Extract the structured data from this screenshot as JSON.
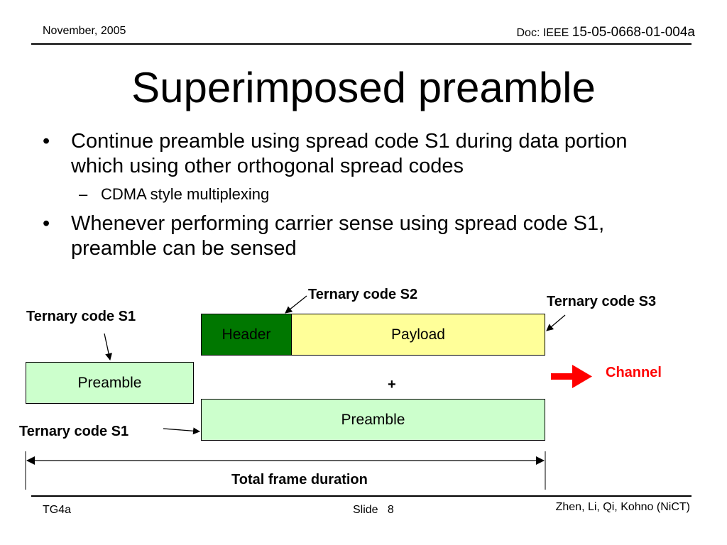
{
  "header": {
    "date": "November, 2005",
    "doc_prefix": "Doc: IEEE ",
    "doc_number": "15-05-0668-01-004a"
  },
  "title": "Superimposed preamble",
  "bullets": [
    {
      "level": 1,
      "text": "Continue preamble using spread code S1 during data portion which using other orthogonal spread codes"
    },
    {
      "level": 2,
      "text": "CDMA style multiplexing"
    },
    {
      "level": 1,
      "text": "Whenever performing carrier sense using spread code S1, preamble can be sensed"
    }
  ],
  "bullet_markers": {
    "level1": "•",
    "level2": "–"
  },
  "diagram": {
    "header_label": "Header",
    "payload_label": "Payload",
    "preamble_left_label": "Preamble",
    "preamble_right_label": "Preamble",
    "plus": "+",
    "code_s1_top": "Ternary code S1",
    "code_s1_bottom": "Ternary code S1",
    "code_s2": "Ternary code S2",
    "code_s3": "Ternary code S3",
    "channel": "Channel",
    "total_duration": "Total frame duration",
    "colors": {
      "header_fill": "#007700",
      "payload_fill": "#ffff99",
      "preamble_fill": "#ccffcc",
      "channel": "#ff0000"
    }
  },
  "footer": {
    "left": "TG4a",
    "slide_label": "Slide",
    "slide_number": "8",
    "authors": "Zhen, Li, Qi, Kohno (NiCT)"
  }
}
